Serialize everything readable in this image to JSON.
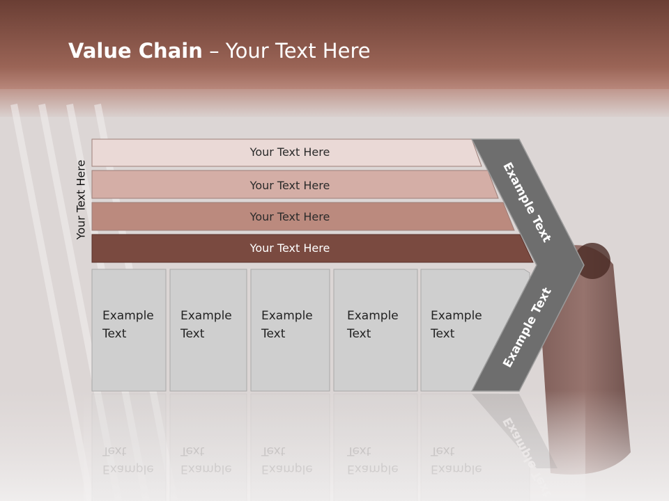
{
  "title": {
    "bold": "Value Chain",
    "rest": " – Your Text Here"
  },
  "side_label": "Your Text Here",
  "bars": [
    {
      "label": "Your Text Here",
      "color": "#ead9d6"
    },
    {
      "label": "Your Text Here",
      "color": "#d4aea6"
    },
    {
      "label": "Your Text Here",
      "color": "#bb8a7e"
    },
    {
      "label": "Your Text Here",
      "color": "#7a4a40"
    }
  ],
  "boxes": [
    {
      "line1": "Example",
      "line2": "Text"
    },
    {
      "line1": "Example",
      "line2": "Text"
    },
    {
      "line1": "Example",
      "line2": "Text"
    },
    {
      "line1": "Example",
      "line2": "Text"
    },
    {
      "line1": "Example",
      "line2": "Text"
    }
  ],
  "chevron": {
    "upper_label": "Example Text",
    "lower_label": "Example Text",
    "color": "#6e6e6e"
  },
  "colors": {
    "header": "#7a4c42",
    "box_fill": "#cfcfcf",
    "box_border": "#a8a8a8"
  }
}
